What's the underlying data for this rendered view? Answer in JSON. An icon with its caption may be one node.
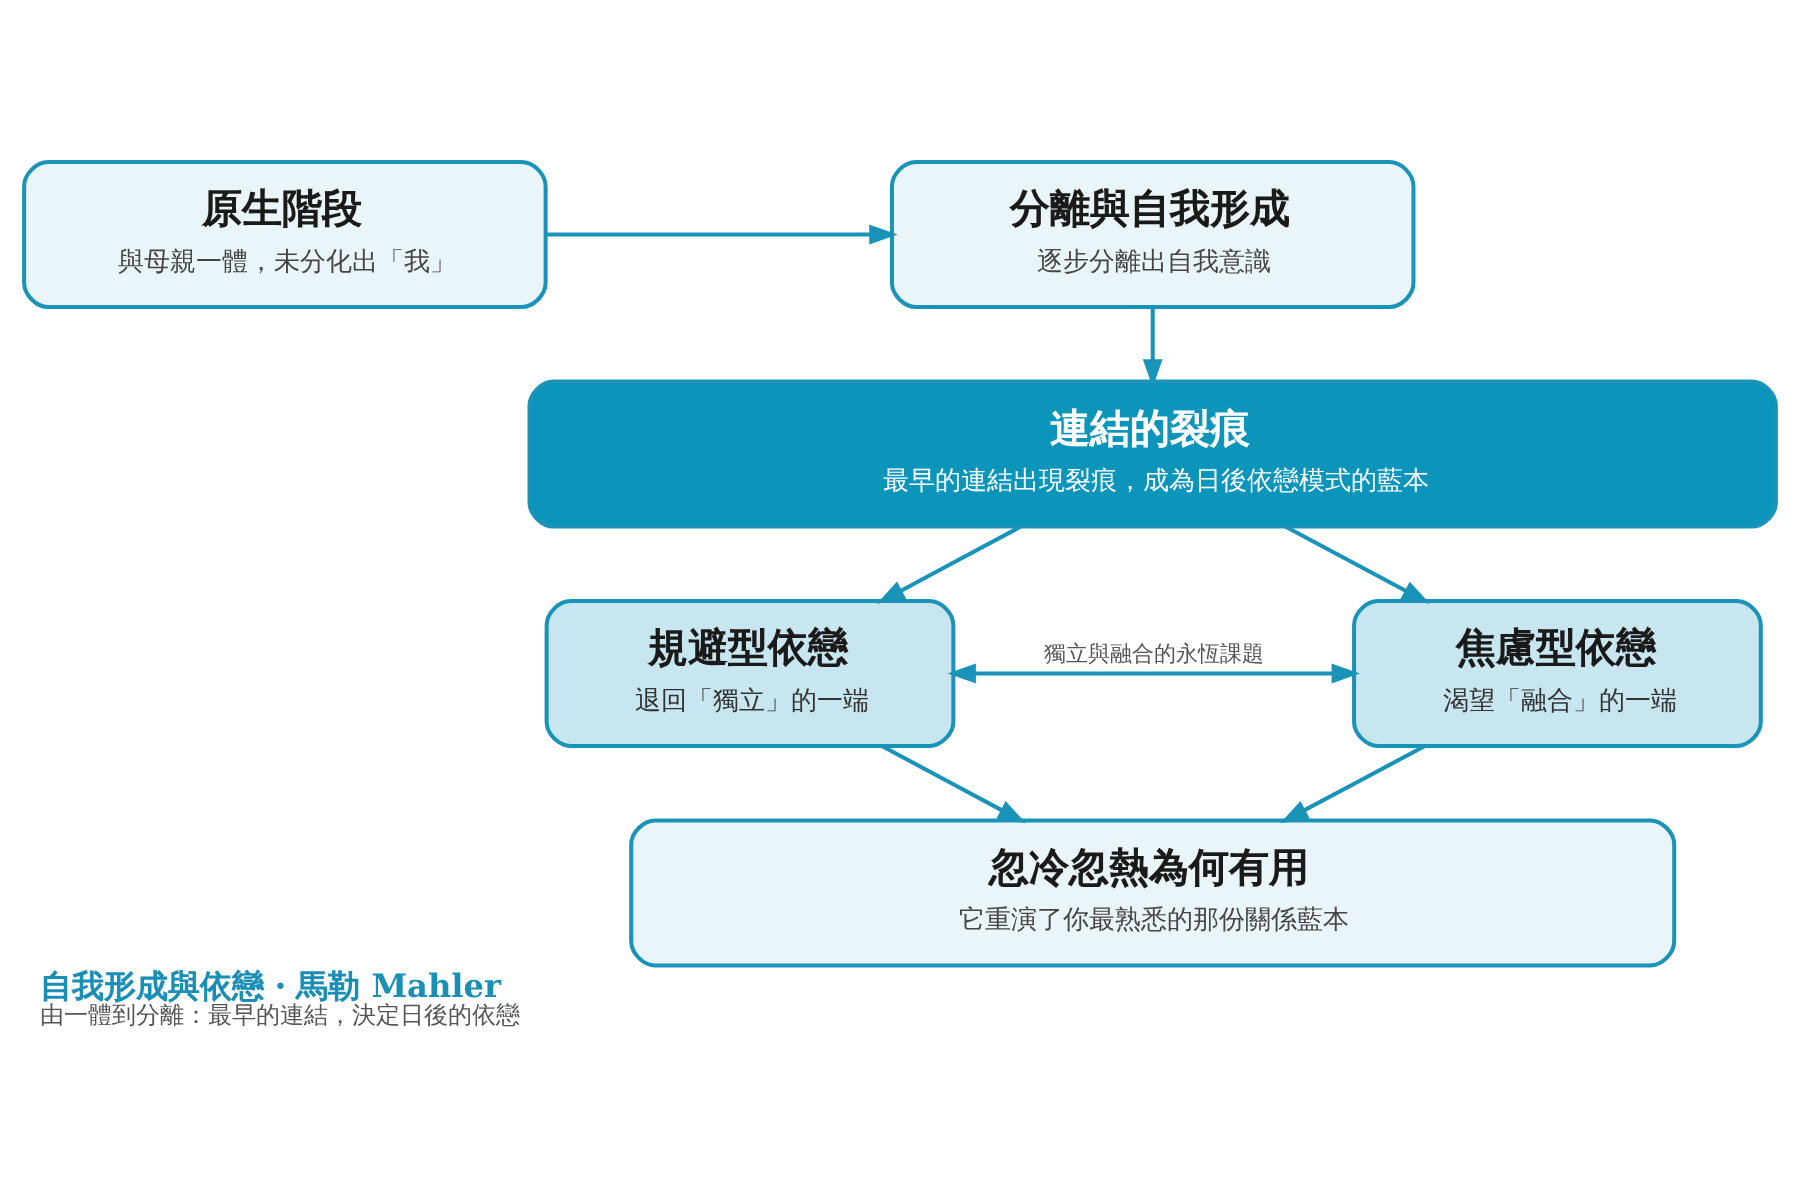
{
  "diagram": {
    "title": "自我形成與依戀・馬勒 Mahler",
    "caption": "由一體到分離：最早的連結，決定日後的依戀",
    "nodes": [
      {
        "text": [
          "原生階段",
          "與母親一體，未分化出「我」"
        ]
      },
      {
        "text": [
          "分離與自我形成",
          "逐步分離出自我意識"
        ]
      },
      {
        "text": [
          "連結的裂痕",
          "最早的連結出現裂痕，成為日後依戀模式的藍本"
        ]
      },
      {
        "text": [
          "規避型依戀",
          "退回「獨立」的一端"
        ]
      },
      {
        "text": [
          "焦慮型依戀",
          "渴望「融合」的一端"
        ]
      },
      {
        "text": [
          "忽冷忽熱為何有用",
          "它重演了你最熟悉的那份關係藍本"
        ]
      }
    ],
    "edges": [
      {
        "from": 0,
        "to": 1,
        "arrow": "to"
      },
      {
        "from": 1,
        "to": 2,
        "arrow": "to"
      },
      {
        "from": 2,
        "to": 3,
        "arrow": "to"
      },
      {
        "from": 2,
        "to": 4,
        "arrow": "to"
      },
      {
        "from": 3,
        "to": 4,
        "arrow": "both",
        "label": "獨立與融合的永恆課題"
      },
      {
        "from": 3,
        "to": 5,
        "arrow": "to"
      },
      {
        "from": 4,
        "to": 5,
        "arrow": "to"
      }
    ]
  }
}
